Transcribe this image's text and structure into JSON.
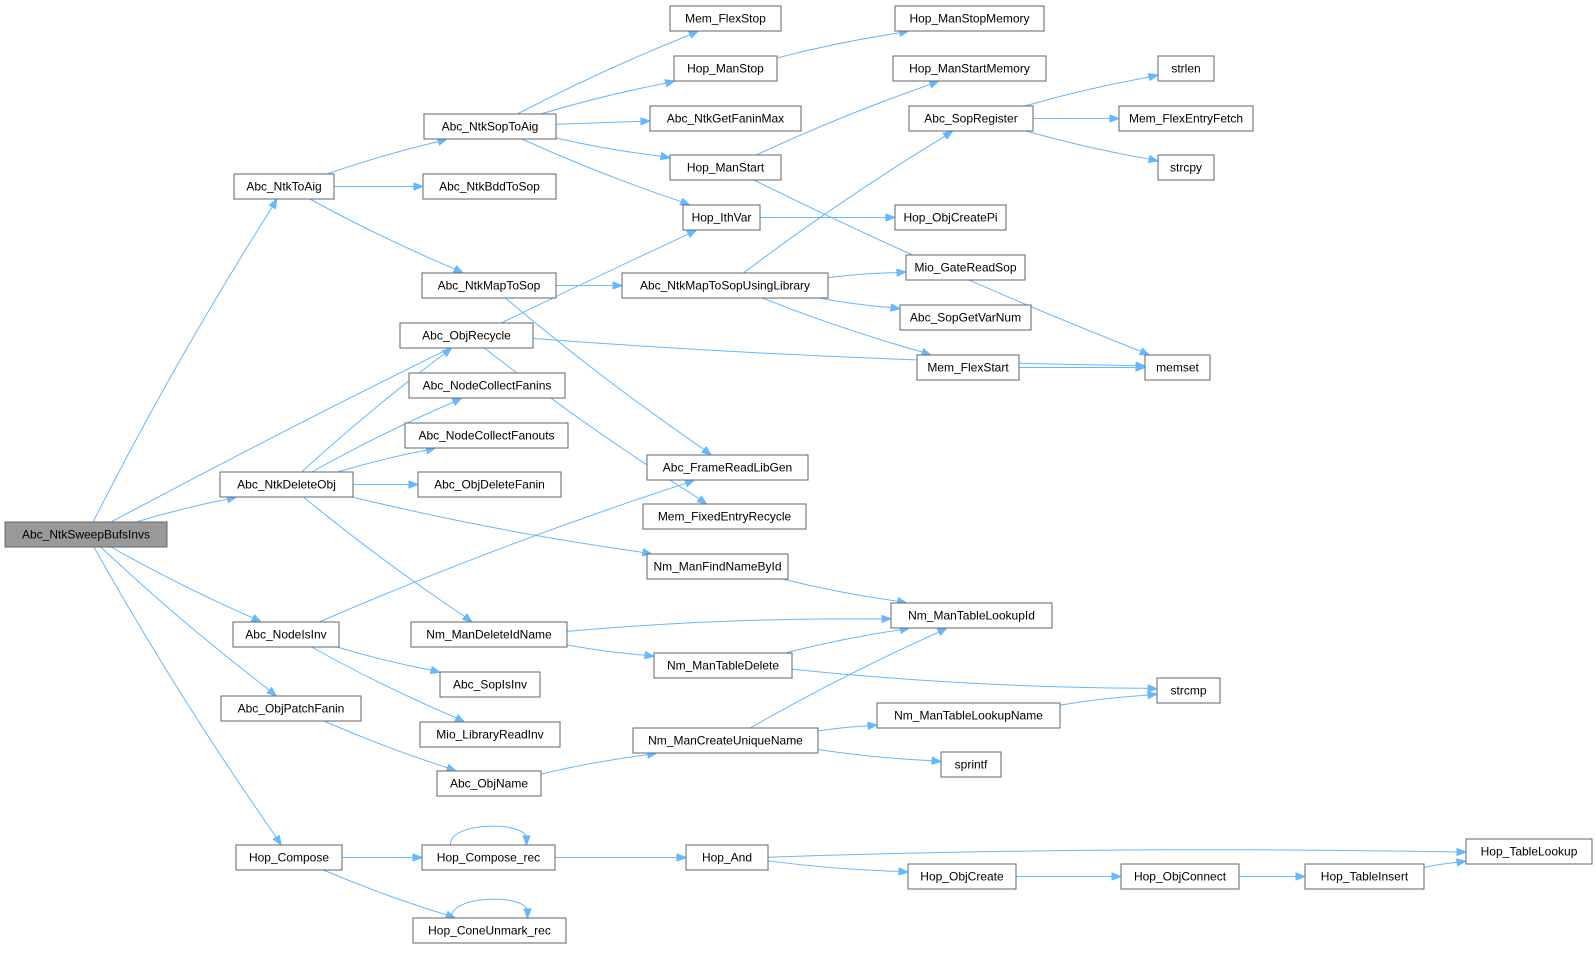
{
  "graph": {
    "root": "n0",
    "colors": {
      "node_border": "#666666",
      "node_fill": "#ffffff",
      "root_fill": "#999999",
      "edge": "#63b8ff"
    },
    "nodes": [
      {
        "id": "n0",
        "label": "Abc_NtkSweepBufsInvs"
      },
      {
        "id": "n1",
        "label": "Abc_NtkToAig"
      },
      {
        "id": "n2",
        "label": "Abc_NtkSopToAig"
      },
      {
        "id": "n3",
        "label": "Mem_FlexStop"
      },
      {
        "id": "n4",
        "label": "Hop_ManStop"
      },
      {
        "id": "n5",
        "label": "Hop_ManStopMemory"
      },
      {
        "id": "n6",
        "label": "Abc_NtkGetFaninMax"
      },
      {
        "id": "n7",
        "label": "Hop_ManStart"
      },
      {
        "id": "n8",
        "label": "Hop_ManStartMemory"
      },
      {
        "id": "n9",
        "label": "memset"
      },
      {
        "id": "n10",
        "label": "Hop_IthVar"
      },
      {
        "id": "n11",
        "label": "Hop_ObjCreatePi"
      },
      {
        "id": "n12",
        "label": "Abc_NtkBddToSop"
      },
      {
        "id": "n13",
        "label": "Abc_NtkMapToSop"
      },
      {
        "id": "n14",
        "label": "Abc_NtkMapToSopUsingLibrary"
      },
      {
        "id": "n15",
        "label": "Abc_SopRegister"
      },
      {
        "id": "n16",
        "label": "strlen"
      },
      {
        "id": "n17",
        "label": "Mem_FlexEntryFetch"
      },
      {
        "id": "n18",
        "label": "strcpy"
      },
      {
        "id": "n19",
        "label": "Mio_GateReadSop"
      },
      {
        "id": "n20",
        "label": "Abc_SopGetVarNum"
      },
      {
        "id": "n21",
        "label": "Mem_FlexStart"
      },
      {
        "id": "n22",
        "label": "Abc_FrameReadLibGen"
      },
      {
        "id": "n23",
        "label": "Abc_NtkDeleteObj"
      },
      {
        "id": "n24",
        "label": "Abc_ObjRecycle"
      },
      {
        "id": "n25",
        "label": "Mem_FixedEntryRecycle"
      },
      {
        "id": "n26",
        "label": "Abc_NodeCollectFanins"
      },
      {
        "id": "n27",
        "label": "Abc_NodeCollectFanouts"
      },
      {
        "id": "n28",
        "label": "Abc_ObjDeleteFanin"
      },
      {
        "id": "n29",
        "label": "Nm_ManDeleteIdName"
      },
      {
        "id": "n30",
        "label": "Nm_ManTableLookupId"
      },
      {
        "id": "n31",
        "label": "Nm_ManTableDelete"
      },
      {
        "id": "n32",
        "label": "strcmp"
      },
      {
        "id": "n33",
        "label": "Nm_ManFindNameById"
      },
      {
        "id": "n34",
        "label": "Abc_NodeIsInv"
      },
      {
        "id": "n35",
        "label": "Abc_SopIsInv"
      },
      {
        "id": "n36",
        "label": "Mio_LibraryReadInv"
      },
      {
        "id": "n37",
        "label": "Abc_ObjPatchFanin"
      },
      {
        "id": "n38",
        "label": "Abc_ObjName"
      },
      {
        "id": "n39",
        "label": "Nm_ManCreateUniqueName"
      },
      {
        "id": "n40",
        "label": "Nm_ManTableLookupName"
      },
      {
        "id": "n41",
        "label": "sprintf"
      },
      {
        "id": "n42",
        "label": "Hop_Compose"
      },
      {
        "id": "n43",
        "label": "Hop_Compose_rec"
      },
      {
        "id": "n44",
        "label": "Hop_And"
      },
      {
        "id": "n45",
        "label": "Hop_ObjCreate"
      },
      {
        "id": "n46",
        "label": "Hop_ObjConnect"
      },
      {
        "id": "n47",
        "label": "Hop_TableInsert"
      },
      {
        "id": "n48",
        "label": "Hop_TableLookup"
      },
      {
        "id": "n49",
        "label": "Hop_ConeUnmark_rec"
      }
    ],
    "edges": [
      {
        "from": "n0",
        "to": "n1"
      },
      {
        "from": "n0",
        "to": "n10"
      },
      {
        "from": "n0",
        "to": "n23"
      },
      {
        "from": "n0",
        "to": "n34"
      },
      {
        "from": "n0",
        "to": "n37"
      },
      {
        "from": "n0",
        "to": "n42"
      },
      {
        "from": "n1",
        "to": "n2"
      },
      {
        "from": "n1",
        "to": "n12"
      },
      {
        "from": "n1",
        "to": "n13"
      },
      {
        "from": "n2",
        "to": "n3"
      },
      {
        "from": "n2",
        "to": "n4"
      },
      {
        "from": "n2",
        "to": "n6"
      },
      {
        "from": "n2",
        "to": "n7"
      },
      {
        "from": "n2",
        "to": "n10"
      },
      {
        "from": "n4",
        "to": "n5"
      },
      {
        "from": "n7",
        "to": "n8"
      },
      {
        "from": "n7",
        "to": "n9"
      },
      {
        "from": "n10",
        "to": "n11"
      },
      {
        "from": "n13",
        "to": "n14"
      },
      {
        "from": "n13",
        "to": "n22"
      },
      {
        "from": "n14",
        "to": "n15"
      },
      {
        "from": "n14",
        "to": "n19"
      },
      {
        "from": "n14",
        "to": "n20"
      },
      {
        "from": "n14",
        "to": "n21"
      },
      {
        "from": "n15",
        "to": "n16"
      },
      {
        "from": "n15",
        "to": "n17"
      },
      {
        "from": "n15",
        "to": "n18"
      },
      {
        "from": "n21",
        "to": "n9"
      },
      {
        "from": "n23",
        "to": "n24"
      },
      {
        "from": "n23",
        "to": "n26"
      },
      {
        "from": "n23",
        "to": "n27"
      },
      {
        "from": "n23",
        "to": "n28"
      },
      {
        "from": "n23",
        "to": "n29"
      },
      {
        "from": "n23",
        "to": "n33"
      },
      {
        "from": "n24",
        "to": "n25"
      },
      {
        "from": "n24",
        "to": "n9"
      },
      {
        "from": "n29",
        "to": "n30"
      },
      {
        "from": "n29",
        "to": "n31"
      },
      {
        "from": "n31",
        "to": "n30"
      },
      {
        "from": "n31",
        "to": "n32"
      },
      {
        "from": "n33",
        "to": "n30"
      },
      {
        "from": "n34",
        "to": "n22"
      },
      {
        "from": "n34",
        "to": "n35"
      },
      {
        "from": "n34",
        "to": "n36"
      },
      {
        "from": "n37",
        "to": "n38"
      },
      {
        "from": "n38",
        "to": "n39"
      },
      {
        "from": "n39",
        "to": "n30"
      },
      {
        "from": "n39",
        "to": "n40"
      },
      {
        "from": "n39",
        "to": "n41"
      },
      {
        "from": "n40",
        "to": "n32"
      },
      {
        "from": "n42",
        "to": "n43"
      },
      {
        "from": "n42",
        "to": "n49"
      },
      {
        "from": "n43",
        "to": "n43"
      },
      {
        "from": "n43",
        "to": "n44"
      },
      {
        "from": "n44",
        "to": "n48"
      },
      {
        "from": "n44",
        "to": "n45"
      },
      {
        "from": "n45",
        "to": "n46"
      },
      {
        "from": "n46",
        "to": "n47"
      },
      {
        "from": "n47",
        "to": "n48"
      },
      {
        "from": "n49",
        "to": "n49"
      }
    ]
  }
}
